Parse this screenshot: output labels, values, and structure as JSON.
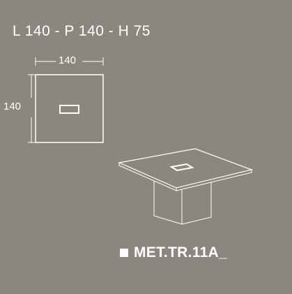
{
  "header": {
    "dimensions_text": "L 140 - P 140 - H 75"
  },
  "plan_view": {
    "width_label": "140",
    "depth_label": "140"
  },
  "product": {
    "code": "MET.TR.11A_"
  },
  "colors": {
    "background": "#8b877f",
    "line": "#ffffff",
    "table_fill": "#8b877f"
  }
}
